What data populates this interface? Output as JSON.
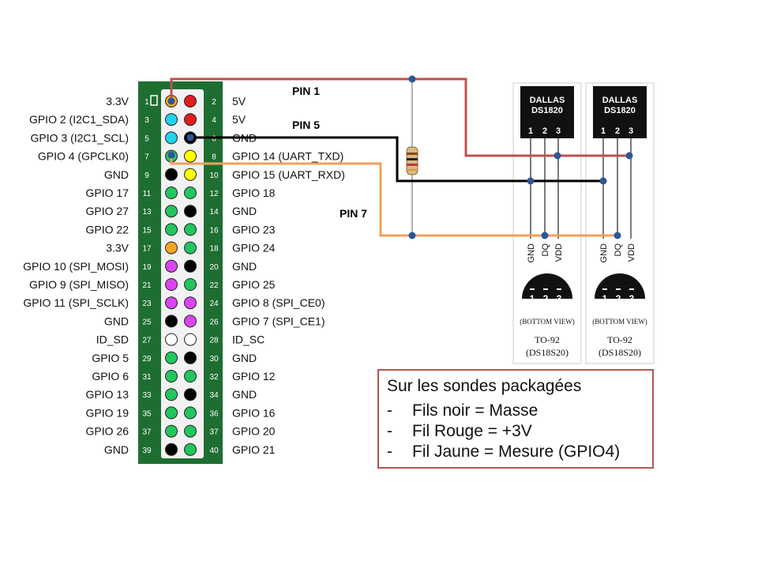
{
  "header": {
    "left_labels": [
      "3.3V",
      "GPIO 2 (I2C1_SDA)",
      "GPIO 3 (I2C1_SCL)",
      "GPIO 4 (GPCLK0)",
      "GND",
      "GPIO 17",
      "GPIO 27",
      "GPIO 22",
      "3.3V",
      "GPIO 10 (SPI_MOSI)",
      "GPIO 9 (SPI_MISO)",
      "GPIO 11 (SPI_SCLK)",
      "GND",
      "ID_SD",
      "GPIO 5",
      "GPIO 6",
      "GPIO 13",
      "GPIO 19",
      "GPIO 26",
      "GND"
    ],
    "right_labels": [
      "5V",
      "5V",
      "GND",
      "GPIO 14 (UART_TXD)",
      "GPIO 15 (UART_RXD)",
      "GPIO 18",
      "GND",
      "GPIO 23",
      "GPIO 24",
      "GND",
      "GPIO 25",
      "GPIO 8 (SPI_CE0)",
      "GPIO 7 (SPI_CE1)",
      "ID_SC",
      "GND",
      "GPIO 12",
      "GND",
      "GPIO 16",
      "GPIO 20",
      "GPIO 21"
    ],
    "odd_pin_numbers": [
      "1",
      "3",
      "5",
      "7",
      "9",
      "11",
      "13",
      "15",
      "17",
      "19",
      "21",
      "23",
      "25",
      "27",
      "29",
      "31",
      "33",
      "35",
      "37",
      "39"
    ],
    "even_pin_numbers": [
      "2",
      "4",
      "6",
      "8",
      "10",
      "12",
      "14",
      "16",
      "18",
      "20",
      "22",
      "24",
      "26",
      "28",
      "30",
      "32",
      "34",
      "36",
      "37",
      "40"
    ],
    "odd_pin_colors": [
      "#f5a623",
      "#22d3ee",
      "#22d3ee",
      "#22c55e",
      "#000000",
      "#22c55e",
      "#22c55e",
      "#22c55e",
      "#f5a623",
      "#d946ef",
      "#d946ef",
      "#d946ef",
      "#000000",
      "#ffffff",
      "#22c55e",
      "#22c55e",
      "#22c55e",
      "#22c55e",
      "#22c55e",
      "#000000"
    ],
    "even_pin_colors": [
      "#e11d1d",
      "#e11d1d",
      "#000000",
      "#ffff00",
      "#ffff00",
      "#22c55e",
      "#000000",
      "#22c55e",
      "#22c55e",
      "#000000",
      "#22c55e",
      "#d946ef",
      "#d946ef",
      "#ffffff",
      "#000000",
      "#22c55e",
      "#000000",
      "#22c55e",
      "#22c55e",
      "#22c55e"
    ]
  },
  "wires": {
    "pin1_label": "PIN 1",
    "pin5_label": "PIN 5",
    "pin7_label": "PIN 7",
    "colors": {
      "power": "#c0504d",
      "ground": "#000000",
      "data": "#f3a05a",
      "node": "#2f5597"
    }
  },
  "sensors": [
    {
      "brand": "DALLAS",
      "model": "DS1820",
      "pins": [
        "1",
        "2",
        "3"
      ],
      "pin_names": [
        "GND",
        "DQ",
        "VDD"
      ],
      "bottom_pins": [
        "1",
        "2",
        "3"
      ],
      "bottom_view": "(BOTTOM VIEW)",
      "package": "TO-92",
      "package_model": "(DS18S20)"
    },
    {
      "brand": "DALLAS",
      "model": "DS1820",
      "pins": [
        "1",
        "2",
        "3"
      ],
      "pin_names": [
        "GND",
        "DQ",
        "VDD"
      ],
      "bottom_pins": [
        "1",
        "2",
        "3"
      ],
      "bottom_view": "(BOTTOM VIEW)",
      "package": "TO-92",
      "package_model": "(DS18S20)"
    }
  ],
  "note": {
    "title": "Sur les sondes packagées",
    "items": [
      "Fils noir = Masse",
      "Fil Rouge = +3V",
      "Fil Jaune = Mesure (GPIO4)"
    ],
    "dash": "-"
  }
}
